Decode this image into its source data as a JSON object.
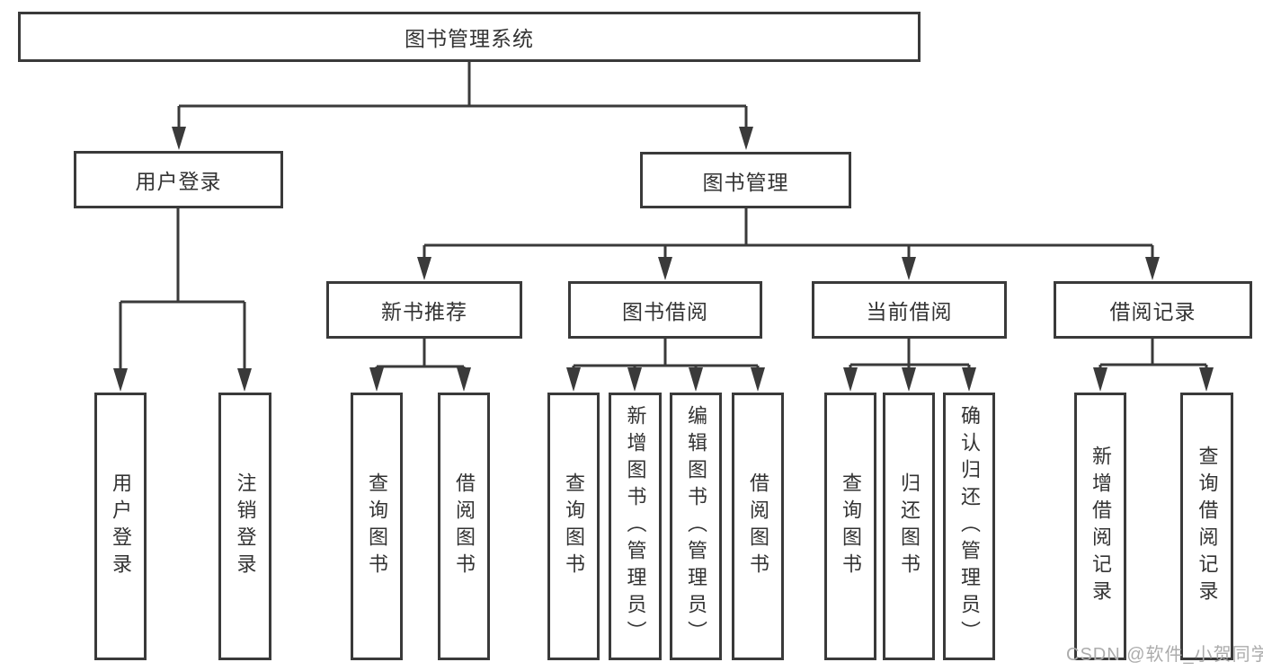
{
  "tree": {
    "label": "图书管理系统",
    "children": [
      {
        "label": "用户登录",
        "children": [
          {
            "label": "用户登录"
          },
          {
            "label": "注销登录"
          }
        ]
      },
      {
        "label": "图书管理",
        "children": [
          {
            "label": "新书推荐",
            "children": [
              {
                "label": "查询图书"
              },
              {
                "label": "借阅图书"
              }
            ]
          },
          {
            "label": "图书借阅",
            "children": [
              {
                "label": "查询图书"
              },
              {
                "label": "新增图书（管理员）"
              },
              {
                "label": "编辑图书（管理员）"
              },
              {
                "label": "借阅图书"
              }
            ]
          },
          {
            "label": "当前借阅",
            "children": [
              {
                "label": "查询图书"
              },
              {
                "label": "归还图书"
              },
              {
                "label": "确认归还（管理员）"
              }
            ]
          },
          {
            "label": "借阅记录",
            "children": [
              {
                "label": "新增借阅记录"
              },
              {
                "label": "查询借阅记录"
              }
            ]
          }
        ]
      }
    ]
  },
  "watermark": {
    "text": "CSDN @软件_小贺同学"
  },
  "colors": {
    "line": "#3a3a3a",
    "text": "#333333",
    "watermark": "#acacac",
    "background": "#ffffff"
  }
}
